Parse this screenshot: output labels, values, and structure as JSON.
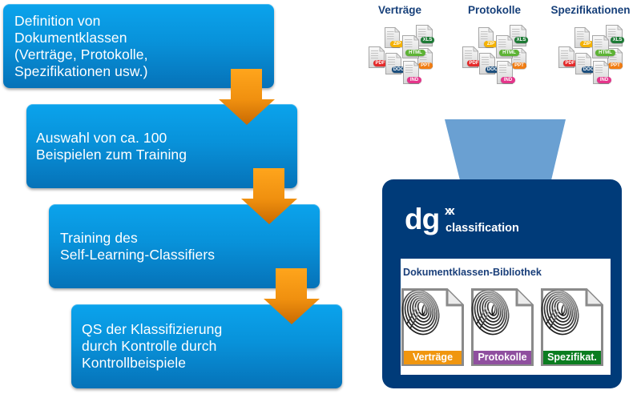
{
  "process": {
    "steps": [
      {
        "text": "Definition von\nDokumentklassen\n(Verträge, Protokolle,\nSpezifikationen usw.)"
      },
      {
        "text": "Auswahl von ca. 100\nBeispielen zum Training"
      },
      {
        "text": "Training des\nSelf-Learning-Classifiers"
      },
      {
        "text": "QS der Klassifizierung\ndurch Kontrolle durch\nKontrollbeispiele"
      }
    ],
    "arrow_color": "#f59c17",
    "box_color": "#0892da"
  },
  "sources": {
    "classes": [
      {
        "label": "Verträge"
      },
      {
        "label": "Protokolle"
      },
      {
        "label": "Spezifikationen"
      }
    ],
    "file_types": [
      {
        "key": "zip",
        "label": "ZIP",
        "color": "#f5b200"
      },
      {
        "key": "xls",
        "label": "XLS",
        "color": "#1d7a35"
      },
      {
        "key": "pdf",
        "label": "PDF",
        "color": "#e52a2a"
      },
      {
        "key": "ppt",
        "label": "PPT",
        "color": "#f07d14"
      },
      {
        "key": "html",
        "label": "HTML",
        "color": "#5db335"
      },
      {
        "key": "doc",
        "label": "DOC",
        "color": "#1c4f7e"
      },
      {
        "key": "ind",
        "label": "IND",
        "color": "#e5358b"
      }
    ]
  },
  "engine": {
    "logo": {
      "main": "dg",
      "superscript": "xx",
      "sub": "classification"
    },
    "box_color": "#003b79",
    "funnel_color": "#6aa0d2",
    "library": {
      "title": "Dokumentklassen-Bibliothek",
      "items": [
        {
          "label": "Verträge",
          "color": "#f0960f"
        },
        {
          "label": "Protokolle",
          "color": "#8f4f9f"
        },
        {
          "label": "Spezifikat.",
          "color": "#0b7d20"
        }
      ]
    }
  }
}
